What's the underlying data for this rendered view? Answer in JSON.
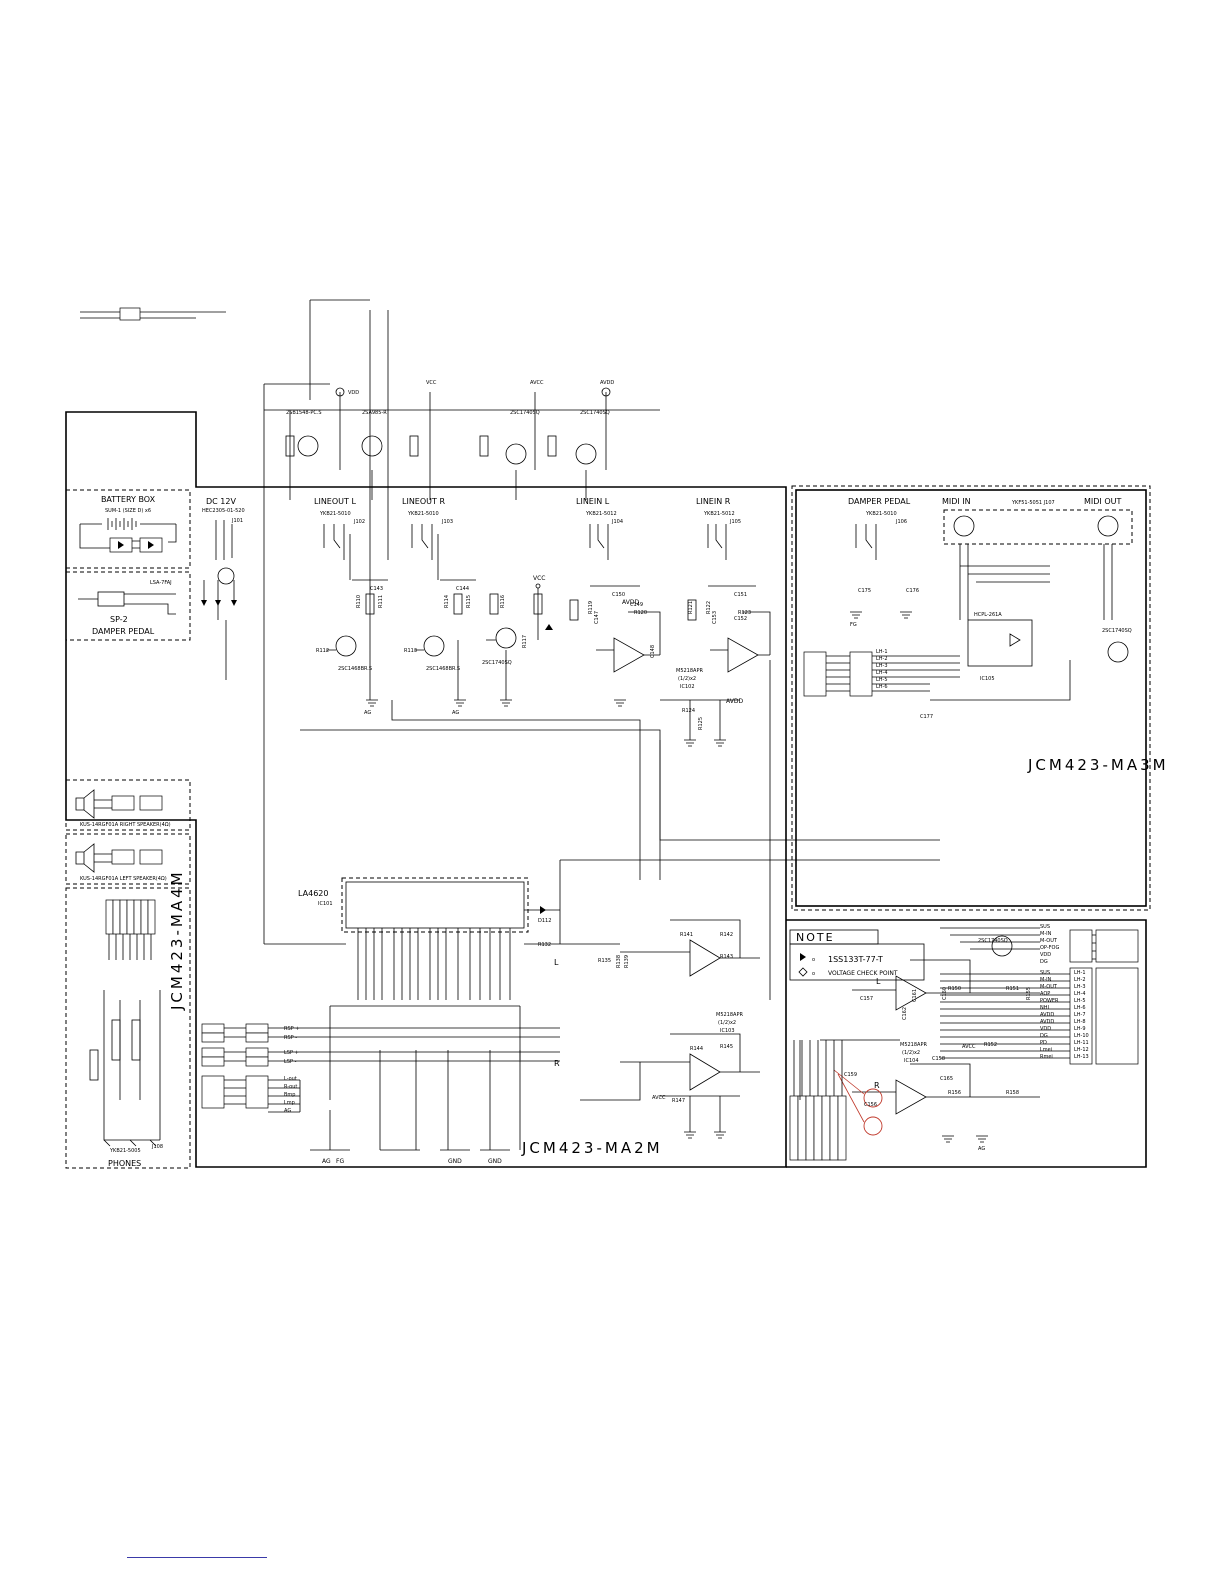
{
  "boards": {
    "ma2m": "JCM423-MA2M",
    "ma3m": "JCM423-MA3M",
    "ma4m": "JCM423-MA4M"
  },
  "left_panel": {
    "battery_box": "BATTERY BOX",
    "battery_spec": "SUM-1 (SIZE D) x6",
    "damper_part": "LSA-7FAJ",
    "damper_model": "SP-2",
    "damper_label": "DAMPER PEDAL",
    "right_speaker": "KUS-14RGF01A  RIGHT SPEAKER(4Ω)",
    "left_speaker": "KUS-14RGF01A  LEFT  SPEAKER(4Ω)",
    "phones_part": "YKB21-5005",
    "phones_ref": "J108",
    "phones_label": "PHONES"
  },
  "jacks": {
    "dc_in": "DC 12V",
    "dc_part": "HEC2305-01-520",
    "dc_ref": "J101",
    "lineout_l": "LINEOUT L",
    "lineout_r": "LINEOUT R",
    "linein_l": "LINEIN L",
    "linein_r": "LINEIN R",
    "out_part": "YKB21-5010",
    "in_part": "YKB21-5012",
    "j102": "J102",
    "j103": "J103",
    "j104": "J104",
    "j105": "J105"
  },
  "ics": {
    "power_amp": "LA4620",
    "power_amp_ref": "IC101",
    "opamp_part": "M5218APR",
    "opamp_unit": "(1/2)x2",
    "ic102": "IC102",
    "ic103": "IC103",
    "ic104": "IC104",
    "ic105": "IC105",
    "optocoupler": "HCPL-261A"
  },
  "ma3m": {
    "damper": "DAMPER PEDAL",
    "midi_in": "MIDI IN",
    "midi_out": "MIDI OUT",
    "midi_part": "YKF51-5051 J107",
    "damper_part": "YKB21-5010",
    "damper_ref": "J106"
  },
  "note": {
    "title": "NOTE",
    "item1": "1SS133T-77-T",
    "item2": "VOLTAGE CHECK POINT"
  },
  "transistors": {
    "q101": "2SB1548-PC.S",
    "q103": "2SA985-R",
    "q105": "2SC1740SQ",
    "q106": "2SC1740SQ",
    "q107": "2SC1468BR.S",
    "q108": "2SC1468BR.S",
    "q109": "2SC1740SQ",
    "q111": "2SC1740SQ"
  },
  "rails": {
    "vcc": "VCC",
    "avcc": "AVCC",
    "avdd": "AVDD",
    "vdd": "VDD",
    "ag": "AG",
    "dg": "DG",
    "fg": "FG",
    "gnd": "GND"
  },
  "connector_right_top": [
    "SUS",
    "M-IN",
    "M-OUT",
    "OP-FOG",
    "VDD",
    "DG"
  ],
  "connector_right_bottom": [
    "SUS",
    "M-IN",
    "M-OUT",
    "AOP",
    "POWER",
    "NHI",
    "AVDD",
    "AVDD",
    "VDD",
    "DG",
    "PD",
    "Lmei",
    "Rmei"
  ],
  "connector_pins_a": [
    "LH-1",
    "LH-2",
    "LH-3",
    "LH-4",
    "LH-5",
    "LH-6"
  ],
  "connector_pins_b": [
    "LH-1",
    "LH-2",
    "LH-3",
    "LH-4",
    "LH-5",
    "LH-6",
    "LH-7",
    "LH-8",
    "LH-9",
    "LH-10",
    "LH-11",
    "LH-12",
    "LH-13"
  ],
  "bus_labels": [
    "RSP +",
    "RSP -",
    "LSP +",
    "LSP -",
    "L-out",
    "R-out",
    "Bmp",
    "Lmp",
    "AG"
  ],
  "resistors": [
    "R110",
    "R111",
    "R112",
    "R113",
    "R114",
    "R115",
    "R116",
    "R117",
    "R119",
    "R120",
    "R121",
    "R122",
    "R123",
    "R124",
    "R125",
    "R132",
    "R135",
    "R138",
    "R139",
    "R141",
    "R142",
    "R143",
    "R144",
    "R145",
    "R147",
    "R150",
    "R151",
    "R152",
    "R155",
    "R156",
    "R158"
  ],
  "capacitors": [
    "C143",
    "C144",
    "C150",
    "C151",
    "C147",
    "C148",
    "C149",
    "C152",
    "C153",
    "C156",
    "C157",
    "C158",
    "C159",
    "C160",
    "C161",
    "C162",
    "C165",
    "C175",
    "C176",
    "C177"
  ],
  "markers": [
    "L",
    "R"
  ]
}
